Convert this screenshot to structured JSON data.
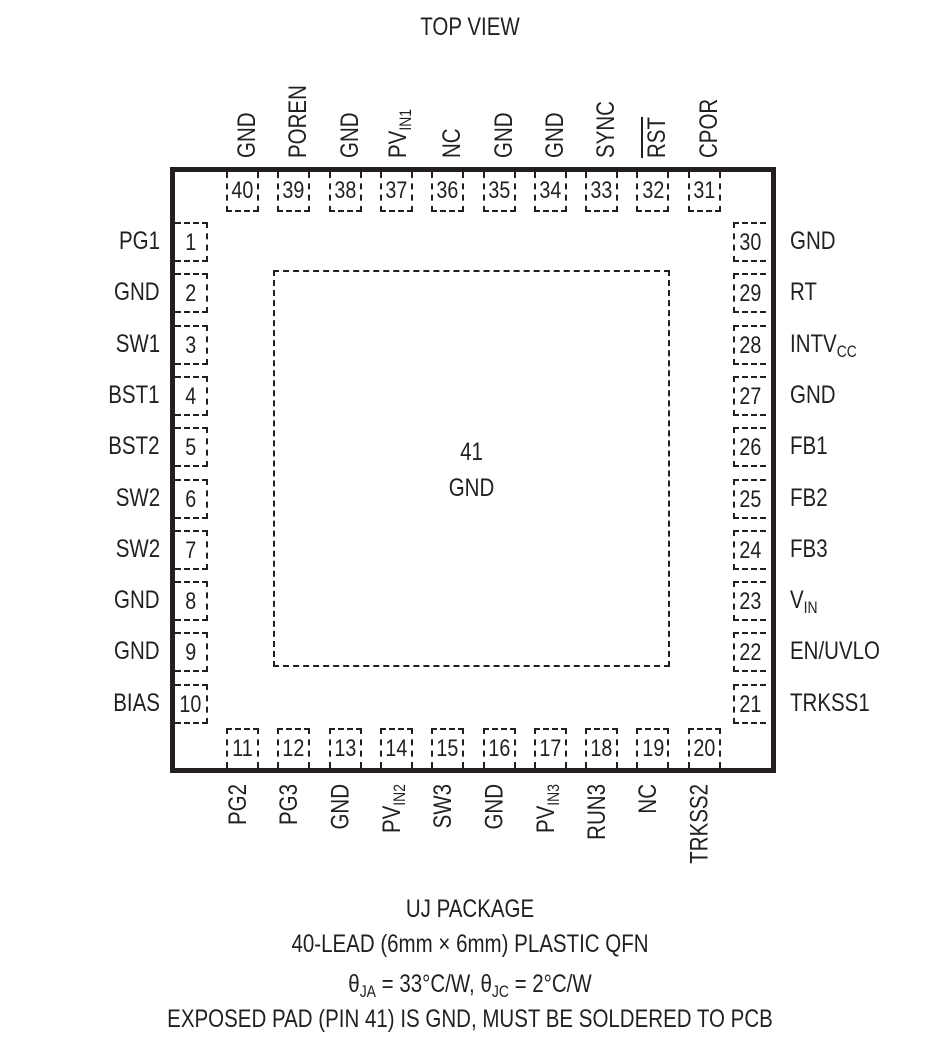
{
  "title": "TOP VIEW",
  "exposed_pad": {
    "number": "41",
    "name": "GND"
  },
  "pins_top": [
    {
      "num": "40",
      "name": "GND"
    },
    {
      "num": "39",
      "name": "POREN"
    },
    {
      "num": "38",
      "name": "GND"
    },
    {
      "num": "37",
      "name": "PV",
      "sub": "IN1"
    },
    {
      "num": "36",
      "name": "NC"
    },
    {
      "num": "35",
      "name": "GND"
    },
    {
      "num": "34",
      "name": "GND"
    },
    {
      "num": "33",
      "name": "SYNC"
    },
    {
      "num": "32",
      "name": "RST",
      "overline": true
    },
    {
      "num": "31",
      "name": "CPOR"
    }
  ],
  "pins_left": [
    {
      "num": "1",
      "name": "PG1"
    },
    {
      "num": "2",
      "name": "GND"
    },
    {
      "num": "3",
      "name": "SW1"
    },
    {
      "num": "4",
      "name": "BST1"
    },
    {
      "num": "5",
      "name": "BST2"
    },
    {
      "num": "6",
      "name": "SW2"
    },
    {
      "num": "7",
      "name": "SW2"
    },
    {
      "num": "8",
      "name": "GND"
    },
    {
      "num": "9",
      "name": "GND"
    },
    {
      "num": "10",
      "name": "BIAS"
    }
  ],
  "pins_right": [
    {
      "num": "30",
      "name": "GND"
    },
    {
      "num": "29",
      "name": "RT"
    },
    {
      "num": "28",
      "name": "INTV",
      "sub": "CC"
    },
    {
      "num": "27",
      "name": "GND"
    },
    {
      "num": "26",
      "name": "FB1"
    },
    {
      "num": "25",
      "name": "FB2"
    },
    {
      "num": "24",
      "name": "FB3"
    },
    {
      "num": "23",
      "name": "V",
      "sub": "IN"
    },
    {
      "num": "22",
      "name": "EN/UVLO"
    },
    {
      "num": "21",
      "name": "TRKSS1"
    }
  ],
  "pins_bottom": [
    {
      "num": "11",
      "name": "PG2"
    },
    {
      "num": "12",
      "name": "PG3"
    },
    {
      "num": "13",
      "name": "GND"
    },
    {
      "num": "14",
      "name": "PV",
      "sub": "IN2"
    },
    {
      "num": "15",
      "name": "SW3"
    },
    {
      "num": "16",
      "name": "GND"
    },
    {
      "num": "17",
      "name": "PV",
      "sub": "IN3"
    },
    {
      "num": "18",
      "name": "RUN3"
    },
    {
      "num": "19",
      "name": "NC"
    },
    {
      "num": "20",
      "name": "TRKSS2"
    }
  ],
  "caption": {
    "line1": "UJ PACKAGE",
    "line2": "40-LEAD (6mm × 6mm) PLASTIC QFN",
    "theta_ja_symbol": "θ",
    "theta_ja_sub": "JA",
    "theta_ja_value": " = 33°C/W, ",
    "theta_jc_symbol": "θ",
    "theta_jc_sub": "JC",
    "theta_jc_value": " = 2°C/W",
    "line4": "EXPOSED PAD (PIN 41) IS GND, MUST BE SOLDERED TO PCB"
  }
}
